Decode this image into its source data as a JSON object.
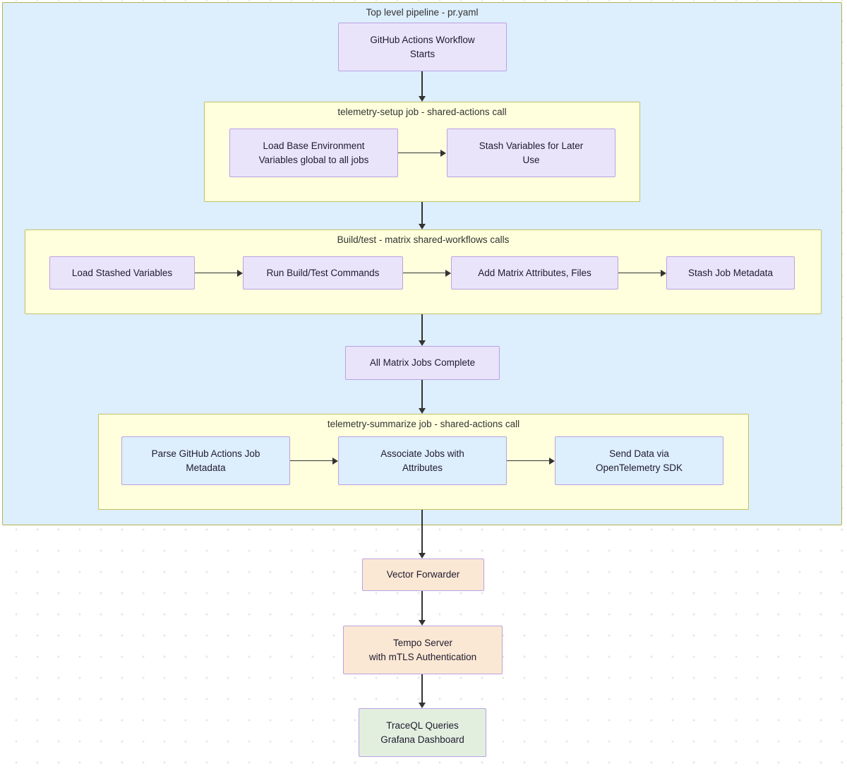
{
  "diagram": {
    "type": "flowchart",
    "orientation": "top-to-bottom",
    "title_visible": false,
    "colors": {
      "outer_subgraph_fill": "#ddeefc",
      "outer_subgraph_border": "#b3b34d",
      "inner_subgraph_fill": "#ffffdd",
      "inner_subgraph_border": "#c2c264",
      "node_lavender_fill": "#eae4fb",
      "node_blue_fill": "#ddeefc",
      "node_peach_fill": "#fbe8d4",
      "node_green_fill": "#e2efdf",
      "node_border": "#b9a2e3",
      "edge": "#333333",
      "text": "#1f1b2e",
      "canvas": "#ffffff",
      "grid_dot": "#e8e8e8"
    }
  },
  "subgraphs": {
    "top_level": {
      "label": "Top level pipeline - pr.yaml"
    },
    "telemetry_setup": {
      "label": "telemetry-setup job - shared-actions call"
    },
    "build_test": {
      "label": "Build/test - matrix shared-workflows calls"
    },
    "telemetry_summarize": {
      "label": "telemetry-summarize job - shared-actions call"
    }
  },
  "nodes": {
    "workflow_start": {
      "label": "GitHub Actions Workflow\nStarts"
    },
    "load_base_env": {
      "label": "Load Base Environment\nVariables global to all jobs"
    },
    "stash_vars": {
      "label": "Stash Variables for Later\nUse"
    },
    "load_stashed": {
      "label": "Load Stashed Variables"
    },
    "run_build_test": {
      "label": "Run Build/Test Commands"
    },
    "add_matrix_attrs": {
      "label": "Add Matrix Attributes, Files"
    },
    "stash_job_metadata": {
      "label": "Stash Job Metadata"
    },
    "all_matrix_complete": {
      "label": "All Matrix Jobs Complete"
    },
    "parse_job_metadata": {
      "label": "Parse GitHub Actions Job\nMetadata"
    },
    "associate_jobs": {
      "label": "Associate Jobs with\nAttributes"
    },
    "send_data": {
      "label": "Send Data via\nOpenTelemetry SDK"
    },
    "vector_forwarder": {
      "label": "Vector Forwarder"
    },
    "tempo_server": {
      "label": "Tempo Server\nwith mTLS Authentication"
    },
    "traceql_queries": {
      "label": "TraceQL Queries\nGrafana Dashboard"
    }
  },
  "edges": [
    {
      "from": "workflow_start",
      "to": "telemetry_setup",
      "direction": "down"
    },
    {
      "from": "load_base_env",
      "to": "stash_vars",
      "direction": "right"
    },
    {
      "from": "telemetry_setup",
      "to": "build_test",
      "direction": "down"
    },
    {
      "from": "load_stashed",
      "to": "run_build_test",
      "direction": "right"
    },
    {
      "from": "run_build_test",
      "to": "add_matrix_attrs",
      "direction": "right"
    },
    {
      "from": "add_matrix_attrs",
      "to": "stash_job_metadata",
      "direction": "right"
    },
    {
      "from": "build_test",
      "to": "all_matrix_complete",
      "direction": "down"
    },
    {
      "from": "all_matrix_complete",
      "to": "telemetry_summarize",
      "direction": "down"
    },
    {
      "from": "parse_job_metadata",
      "to": "associate_jobs",
      "direction": "right"
    },
    {
      "from": "associate_jobs",
      "to": "send_data",
      "direction": "right"
    },
    {
      "from": "telemetry_summarize",
      "to": "vector_forwarder",
      "direction": "down"
    },
    {
      "from": "vector_forwarder",
      "to": "tempo_server",
      "direction": "down"
    },
    {
      "from": "tempo_server",
      "to": "traceql_queries",
      "direction": "down"
    }
  ]
}
